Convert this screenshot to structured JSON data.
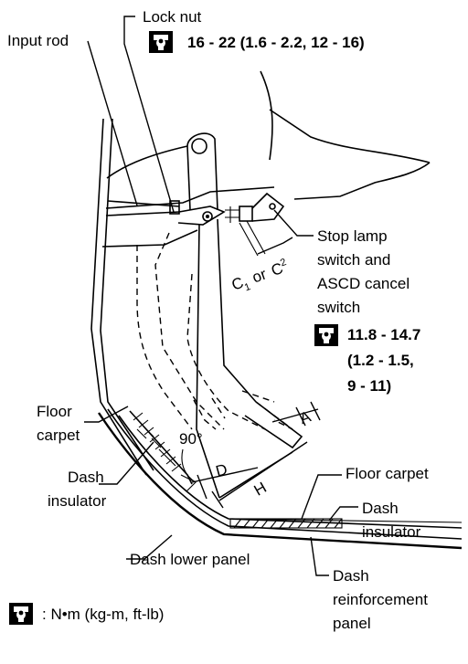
{
  "labels": {
    "lock_nut": "Lock nut",
    "input_rod": "Input rod",
    "stop_lamp_line1": "Stop lamp",
    "stop_lamp_line2": "switch and",
    "stop_lamp_line3": "ASCD cancel",
    "stop_lamp_line4": "switch",
    "clearance_c1": "C",
    "clearance_c1_sub": "1",
    "clearance_or": "or",
    "clearance_c2": "C",
    "clearance_c2_sup": "2",
    "floor_carpet_left_1": "Floor",
    "floor_carpet_left_2": "carpet",
    "dash_insulator_left_1": "Dash",
    "dash_insulator_left_2": "insulator",
    "angle": "90°",
    "dim_a": "A",
    "dim_d": "D",
    "dim_h": "H",
    "floor_carpet_right": "Floor carpet",
    "dash_insulator_right_1": "Dash",
    "dash_insulator_right_2": "insulator",
    "dash_lower_panel": "Dash lower panel",
    "dash_reinf_1": "Dash",
    "dash_reinf_2": "reinforcement",
    "dash_reinf_3": "panel"
  },
  "torques": {
    "lock_nut": "16 - 22 (1.6 - 2.2, 12 - 16)",
    "switch_line1": "11.8 - 14.7",
    "switch_line2": "(1.2 - 1.5,",
    "switch_line3": "9 - 11)"
  },
  "legend": {
    "text": ": N•m (kg-m, ft-lb)"
  },
  "icons": {
    "torque": "torque-wrench-icon"
  }
}
